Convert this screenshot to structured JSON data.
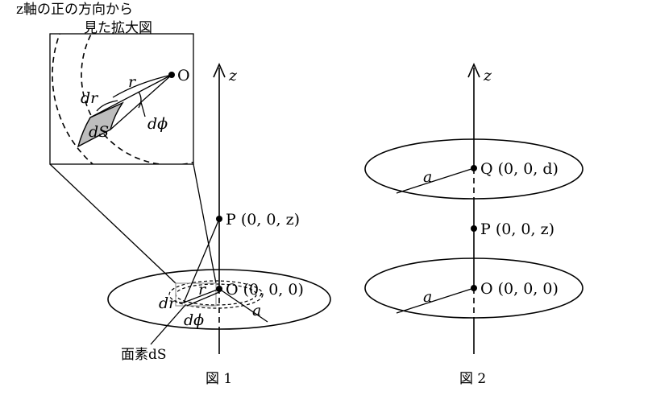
{
  "fig1": {
    "zoom_caption_line1": "z軸の正の方向から",
    "zoom_caption_line2": "見た拡大図",
    "axis": "z",
    "zoom": {
      "origin": "O",
      "r": "r",
      "dr": "dr",
      "dS": "dS",
      "dphi": "dϕ"
    },
    "point_p": "P (0, 0, z)",
    "origin": "O (0, 0, 0)",
    "radius": "a",
    "disk_r": "r",
    "disk_dr": "dr",
    "disk_dphi": "dϕ",
    "surface_label": "面素dS",
    "caption": "図 1"
  },
  "fig2": {
    "axis": "z",
    "point_q": "Q (0, 0, d)",
    "point_p": "P (0, 0, z)",
    "origin": "O (0, 0, 0)",
    "radius_top": "a",
    "radius_bottom": "a",
    "caption": "図 2"
  }
}
